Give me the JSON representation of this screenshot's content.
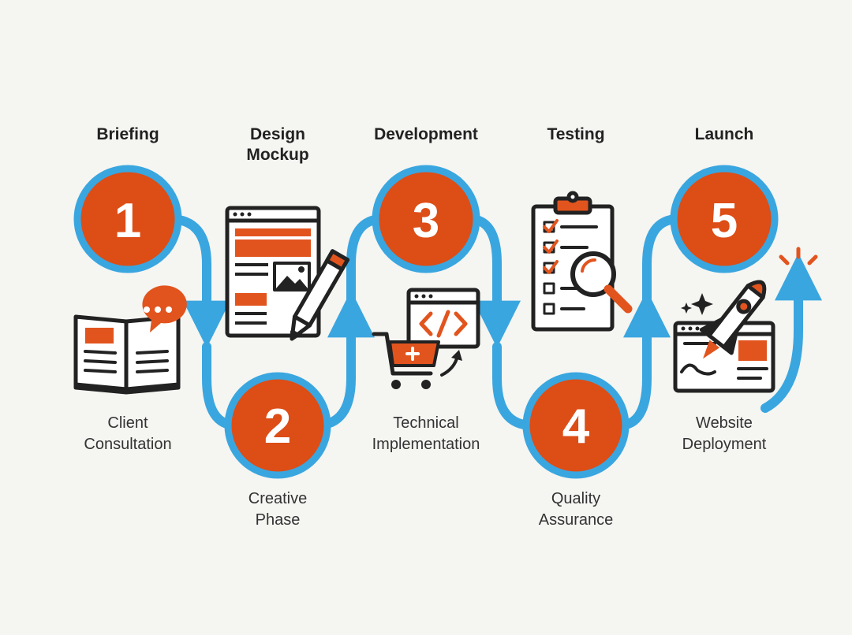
{
  "colors": {
    "path": "#3aa6df",
    "badge": "#dd4d16",
    "badge_ring": "#3aa6df",
    "icon_dark": "#222222",
    "icon_accent": "#e2541e"
  },
  "steps": [
    {
      "number": "1",
      "title": [
        "Briefing"
      ],
      "desc": [
        "Client",
        "Consultation"
      ],
      "icon": "open-book-chat-icon"
    },
    {
      "number": "2",
      "title": [
        "Design",
        "Mockup"
      ],
      "desc": [
        "Creative",
        "Phase"
      ],
      "icon": "wireframe-pencil-icon"
    },
    {
      "number": "3",
      "title": [
        "Development"
      ],
      "desc": [
        "Technical",
        "Implementation"
      ],
      "icon": "code-window-cart-icon"
    },
    {
      "number": "4",
      "title": [
        "Testing"
      ],
      "desc": [
        "Quality",
        "Assurance"
      ],
      "icon": "checklist-magnifier-icon"
    },
    {
      "number": "5",
      "title": [
        "Launch"
      ],
      "desc": [
        "Website",
        "Deployment"
      ],
      "icon": "rocket-browser-icon"
    }
  ]
}
